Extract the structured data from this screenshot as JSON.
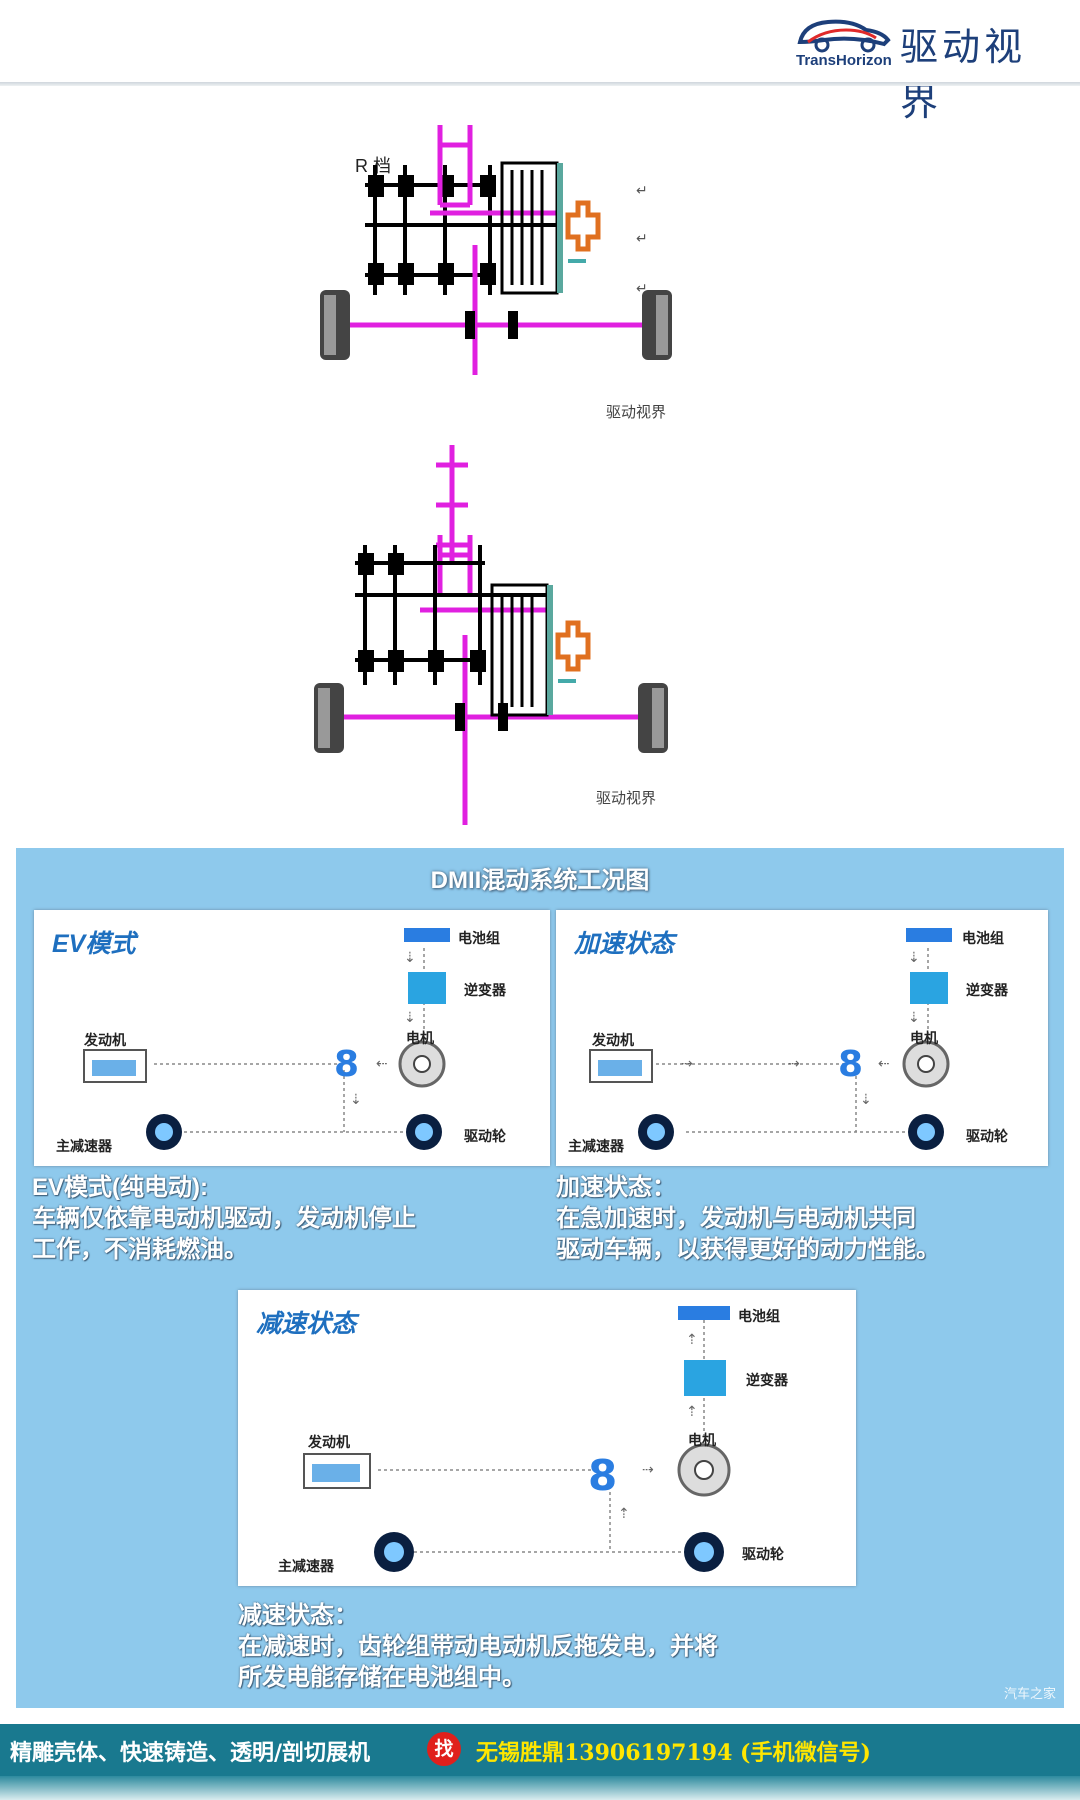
{
  "header": {
    "logo_en": "TransHorizon",
    "logo_cn": "驱动视界"
  },
  "drawings": {
    "gear_label": "R 档",
    "watermark": "驱动视界"
  },
  "panel": {
    "title": "DMII混动系统工况图",
    "labels": {
      "battery": "电池组",
      "inverter": "逆变器",
      "engine": "发动机",
      "motor": "电机",
      "reducer": "主减速器",
      "wheel": "驱动轮"
    },
    "cards": [
      {
        "title": "EV模式",
        "desc_lines": [
          "EV模式(纯电动):",
          "车辆仅依靠电动机驱动，发动机停止",
          "工作，不消耗燃油。"
        ]
      },
      {
        "title": "加速状态",
        "desc_lines": [
          "加速状态：",
          "在急加速时，发动机与电动机共同",
          "驱动车辆，以获得更好的动力性能。"
        ]
      },
      {
        "title": "减速状态",
        "desc_lines": [
          "减速状态：",
          "在减速时，齿轮组带动电动机反拖发电，并将",
          "所发电能存储在电池组中。"
        ]
      }
    ],
    "watermark": "汽车之家",
    "colors": {
      "panel_bg": "#8ec9ec",
      "title_blue": "#1e6fbf",
      "gear_blue": "#2a7de1",
      "shaft_magenta": "#e020e0"
    }
  },
  "footer": {
    "text": "精雕壳体、快速铸造、透明/剖切展机",
    "badge": "找",
    "contact": "无锡胜鼎13906197194 (手机微信号)"
  }
}
